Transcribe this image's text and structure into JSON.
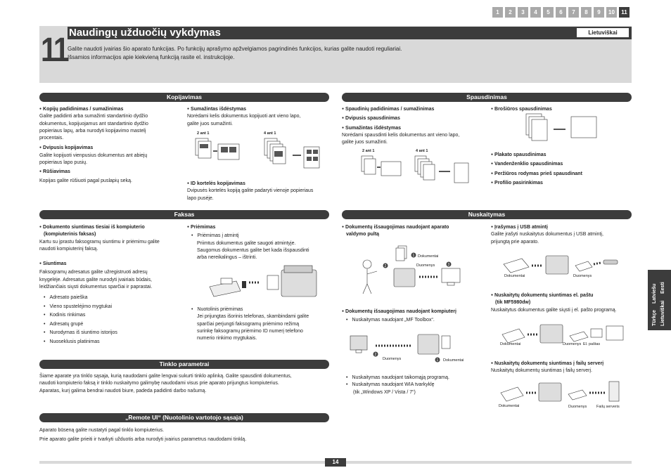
{
  "tabs": [
    "1",
    "2",
    "3",
    "4",
    "5",
    "6",
    "7",
    "8",
    "9",
    "10",
    "11"
  ],
  "chapter": {
    "number": "11",
    "title": "Naudingų užduočių vykdymas",
    "language": "Lietuviškai",
    "intro_1": "Galite naudoti įvairias šio aparato funkcijas. Po funkcijų aprašymo apžvelgiamos pagrindinės funkcijos, kurias galite naudoti reguliariai.",
    "intro_2": "Išsamios informacijos apie kiekvieną funkciją rasite el. instrukcijoje."
  },
  "kopijavimas": {
    "heading": "Kopijavimas",
    "enlarge_title": "Kopijų padidinimas / sumažinimas",
    "enlarge_text": [
      "Galite padidinti arba sumažinti standartinio dydžio",
      "dokumentus, kopijuojamus ant standartinio dydžio",
      "popieriaus lapų, arba nurodyti kopijavimo mastelį",
      "procentais."
    ],
    "duplex_title": "Dvipusis kopijavimas",
    "duplex_text": [
      "Galite kopijuoti vienpusius dokumentus ant abiejų",
      "popieriaus lapo pusių."
    ],
    "sort_title": "Rūšiavimas",
    "sort_text": "Kopijas galite rūšiuoti pagal puslapių seką.",
    "reduce_title": "Sumažintas išdėstymas",
    "reduce_text": [
      "Norėdami kelis dokumentus kopijuoti ant vieno lapo,",
      "galite juos sumažinti."
    ],
    "two_on_one": "2 ant 1",
    "four_on_one": "4 ant 1",
    "id_title": "ID kortelės kopijavimas",
    "id_text": [
      "Dvipusės kortelės kopiją galite padaryti vienoje popieriaus",
      "lapo pusėje."
    ]
  },
  "spausdinimas": {
    "heading": "Spausdinimas",
    "items": [
      "Spaudinių padidinimas / sumažinimas",
      "Dvipusis spausdinimas",
      "Sumažintas išdėstymas"
    ],
    "reduce_text": [
      "Norėdami spausdinti kelis dokumentus ant vieno lapo,",
      "galite juos sumažinti."
    ],
    "two_on_one": "2 ant 1",
    "four_on_one": "4 ant 1",
    "right_items": [
      "Brošiūros spausdinimas",
      "Plakato spausdinimas",
      "Vandenženklio spausdinimas",
      "Peržiūros rodymas prieš spausdinant",
      "Profilio pasirinkimas"
    ]
  },
  "faksas": {
    "heading": "Faksas",
    "pc_title_1": "Dokumento siuntimas tiesiai iš kompiuterio",
    "pc_title_2": "(kompiuterinis faksas)",
    "pc_text": [
      "Kartu su įprastu faksogramų siuntimu ir priėmimu galite",
      "naudoti kompiuterinį faksą."
    ],
    "send_title": "Siuntimas",
    "send_text": [
      "Faksogramų adresatus galite užregistruoti adresų",
      "knygelėje. Adresatus galite nurodyti įvairiais būdais,",
      "leidžiančiais siųsti dokumentus sparčiai ir paprastai."
    ],
    "send_list": [
      "Adresato paieška",
      "Vieno spustelėjimo mygtukai",
      "Kodinis rinkimas",
      "Adresatų grupė",
      "Nurodymas iš siuntimo istorijos",
      "Nuoseklusis platinimas"
    ],
    "recv_title": "Priėmimas",
    "recv_item": "Priėmimas į atmintį",
    "recv_text": [
      "Priimtus dokumentus galite saugoti atmintyje.",
      "Saugomus dokumentus galite bet kada išspausdinti",
      "arba nereikalingus – ištrinti."
    ],
    "remote_item": "Nuotolinis priėmimas",
    "remote_text": [
      "Jei prijungtas išorinis telefonas, skambindami galite",
      "sparčiai perjungti faksogramų priėmimo režimą",
      "surinkę faksogramų priėmimo ID numerį telefono",
      "numerio rinkimo mygtukais."
    ]
  },
  "nuskaitymas": {
    "heading": "Nuskaitymas",
    "panel_title_1": "Dokumentų išsaugojimas naudojant aparato",
    "panel_title_2": "valdymo pultą",
    "docs_label": "Dokumentai",
    "data_label": "Duomenys",
    "pc_title": "Dokumentų išsaugojimas naudojant kompiuterį",
    "pc_items": [
      "Nuskaitymas naudojant „MF Toolbox“.",
      "Nuskaitymas naudojant taikomąją programą.",
      "Nuskaitymas naudojant WIA tvarkyklę"
    ],
    "wia_note": "(tik „Windows XP / Vista / 7“)",
    "usb_title": "Įrašymas į USB atmintį",
    "usb_text": [
      "Galite įrašyti nuskaitytus dokumentus į USB atmintį,",
      "prijungtą prie aparato."
    ],
    "mail_title_1": "Nuskaitytų dokumentų siuntimas el. paštu",
    "mail_title_2": "(tik MF5980dw)",
    "mail_text": "Nuskaitytus dokumentus galite siųsti į el. pašto programą.",
    "email_label": "El. paštas",
    "server_title": "Nuskaitytų dokumentų siuntimas į failų serverį",
    "server_text": "Nuskaitytų dokumentų siuntimas į failų serverį.",
    "server_label": "Failų serveris"
  },
  "tinklo": {
    "heading": "Tinklo parametrai",
    "text": [
      "Šiame aparate yra tinklo sąsaja, kurią naudodami galite lengvai sukurti tinklo aplinką. Galite spausdinti dokumentus,",
      "naudoti kompiuterio faksą ir tinklo nuskaitymo galimybę naudodami visus prie aparato prijungtus kompiuterius.",
      "Aparatas, kurį galima bendrai naudoti biure, padeda padidinti darbo našumą."
    ]
  },
  "remote_ui": {
    "heading": "„Remote UI“ (Nuotolinio vartotojo sąsaja)",
    "text": [
      "Aparato būseną galite nustatyti pagal tinklo kompiuterius.",
      "Prie aparato galite prieiti ir tvarkyti užduotis arba nurodyti įvairius parametrus naudodami tinklą."
    ]
  },
  "side_tab": {
    "col1": [
      "Türkçe",
      "Latviešu"
    ],
    "col2": [
      "Lietuviškai",
      "Eesti"
    ]
  },
  "page_number": "14"
}
